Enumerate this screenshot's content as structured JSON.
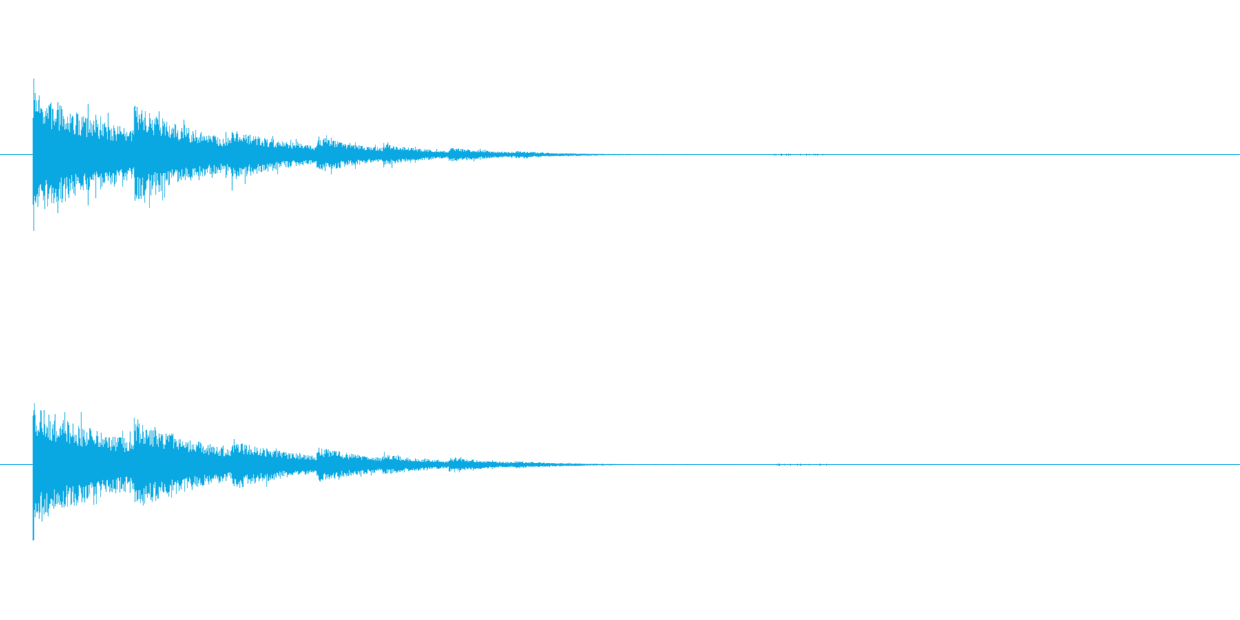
{
  "waveform": {
    "color": "#0aa8e2",
    "background": "#ffffff",
    "channels": [
      {
        "id": "left",
        "peak_scale": 1.0,
        "seed": 7
      },
      {
        "id": "right",
        "peak_scale": 0.98,
        "seed": 19
      }
    ],
    "envelope_bursts": [
      {
        "start": 0.0,
        "amp": 1.0,
        "decay": 0.55
      },
      {
        "start": 0.084,
        "amp": 0.78,
        "decay": 0.45
      },
      {
        "start": 0.165,
        "amp": 0.42,
        "decay": 0.4
      },
      {
        "start": 0.235,
        "amp": 0.3,
        "decay": 0.35
      },
      {
        "start": 0.29,
        "amp": 0.18,
        "decay": 0.3
      },
      {
        "start": 0.345,
        "amp": 0.12,
        "decay": 0.3
      },
      {
        "start": 0.4,
        "amp": 0.06,
        "decay": 0.28
      }
    ],
    "sound_end": 0.64
  }
}
